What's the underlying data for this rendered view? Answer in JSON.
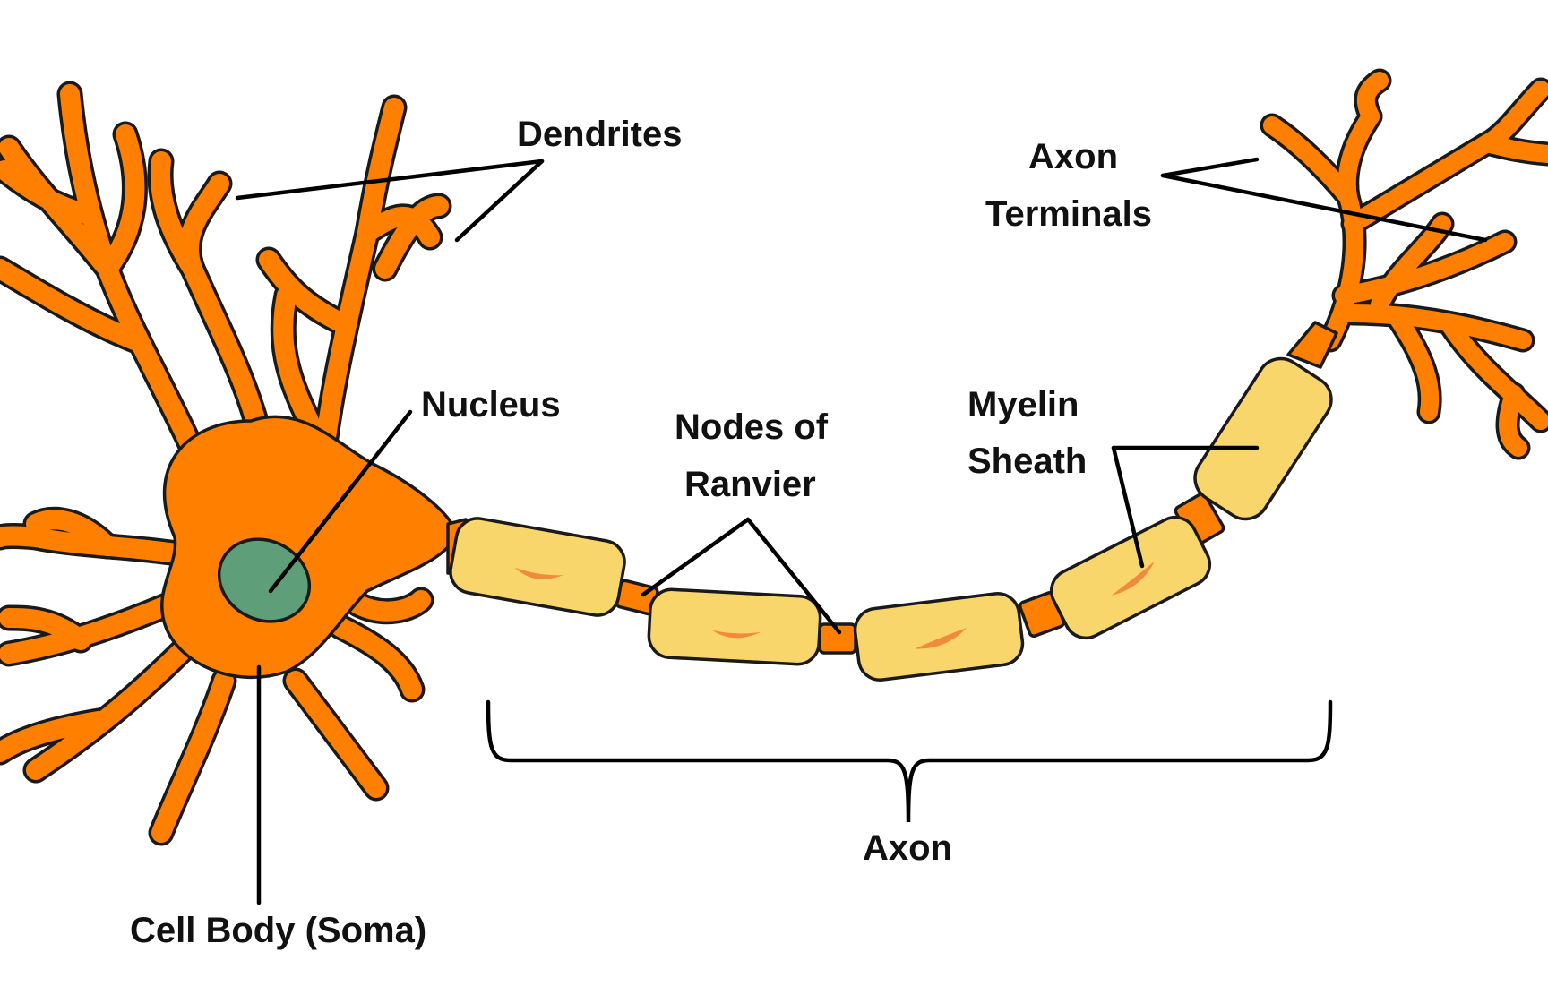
{
  "diagram": {
    "colors": {
      "neuron": "#FF8000",
      "outline": "#1a1a1a",
      "myelin": "#F9D66B",
      "nucleus": "#5E9E78",
      "schwann_nucleus": "#F08A3C",
      "label": "#111111"
    },
    "labels": {
      "dendrites": "Dendrites",
      "axon_terminals_line1": "Axon",
      "axon_terminals_line2": "Terminals",
      "nucleus": "Nucleus",
      "nodes_line1": "Nodes of",
      "nodes_line2": "Ranvier",
      "myelin_line1": "Myelin",
      "myelin_line2": "Sheath",
      "axon": "Axon",
      "cell_body": "Cell Body (Soma)"
    },
    "icons": {
      "neuron": "neuron-cell-icon",
      "nucleus": "cell-nucleus-icon",
      "myelin": "myelin-segment-icon",
      "node": "node-of-ranvier-icon"
    }
  }
}
